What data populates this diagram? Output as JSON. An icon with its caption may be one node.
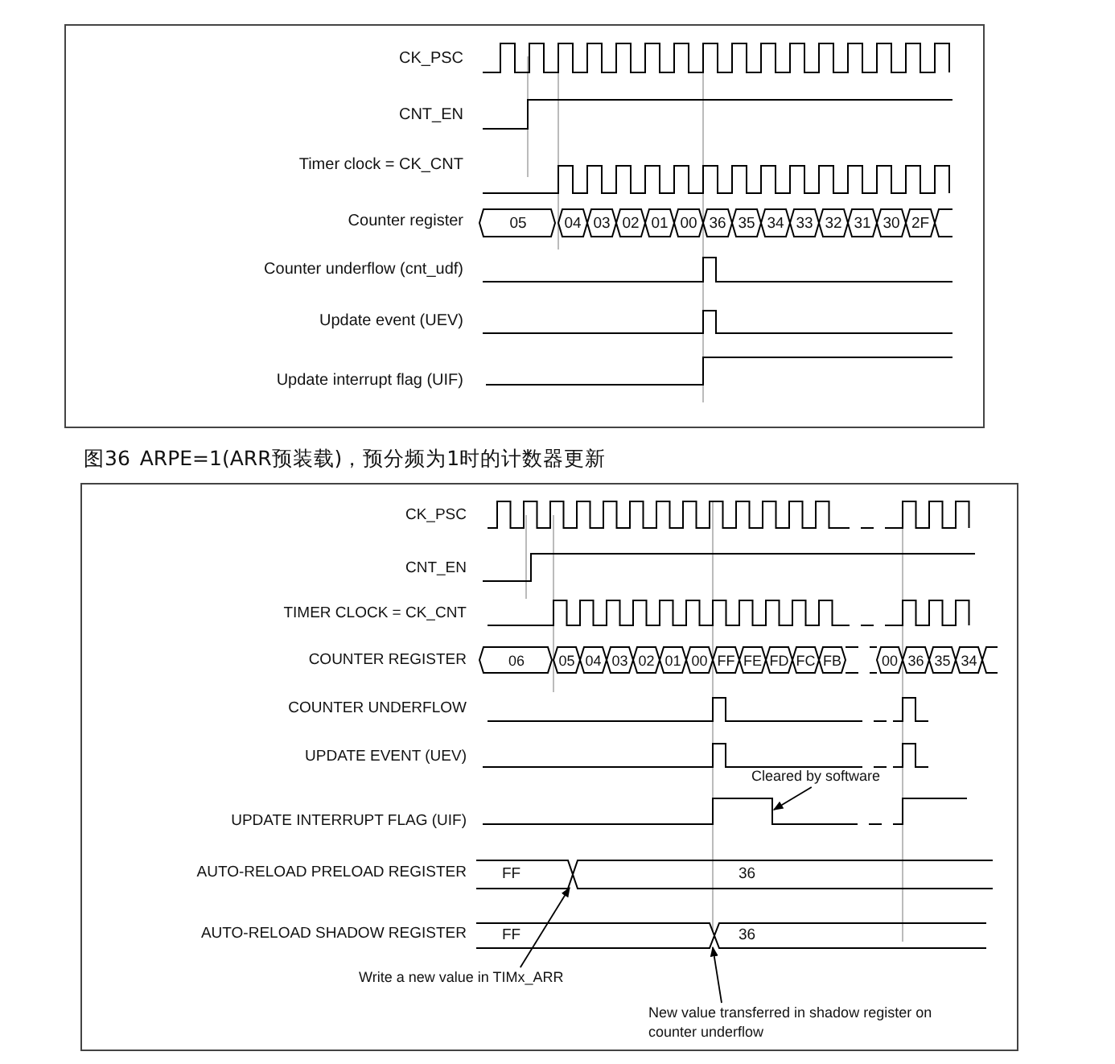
{
  "diagram": {
    "caption": "图36 ARPE=1(ARR预装载)，预分频为1时的计数器更新",
    "nodes": [
      {
        "text": [],
        "shape": "box"
      },
      {
        "text": [],
        "shape": "box"
      },
      {
        "text": [
          "Cleared by software"
        ],
        "in": 1
      },
      {
        "text": [
          "Write a new value in TIMx_ARR"
        ],
        "in": 1
      },
      {
        "text": [
          "New value transferred in shadow register on counter underflow"
        ],
        "in": 1
      },
      {
        "text": [
          "FF",
          "36"
        ],
        "in": 1
      },
      {
        "text": [
          "FF",
          "36"
        ],
        "in": 1
      }
    ],
    "edges": [
      {
        "from": 2,
        "to": null,
        "arrow": "to"
      },
      {
        "from": 3,
        "to": 5,
        "arrow": "to"
      },
      {
        "from": 4,
        "to": 6,
        "arrow": "to"
      }
    ],
    "labels": [
      "CK_PSC",
      "CNT_EN",
      "Timer clock = CK_CNT",
      "Counter register",
      "05",
      "04",
      "03",
      "02",
      "01",
      "00",
      "36",
      "35",
      "34",
      "33",
      "32",
      "31",
      "30",
      "2F",
      "Counter underflow (cnt_udf)",
      "Update event (UEV)",
      "Update interrupt flag (UIF)",
      "CK_PSC",
      "CNT_EN",
      "TIMER CLOCK = CK_CNT",
      "COUNTER REGISTER",
      "06",
      "05",
      "04",
      "03",
      "02",
      "01",
      "00",
      "FF",
      "FE",
      "FD",
      "FC",
      "FB",
      "00",
      "36",
      "35",
      "34",
      "COUNTER UNDERFLOW",
      "UPDATE EVENT (UEV)",
      "UPDATE INTERRUPT FLAG (UIF)",
      "AUTO-RELOAD PRELOAD REGISTER",
      "AUTO-RELOAD SHADOW REGISTER"
    ]
  }
}
